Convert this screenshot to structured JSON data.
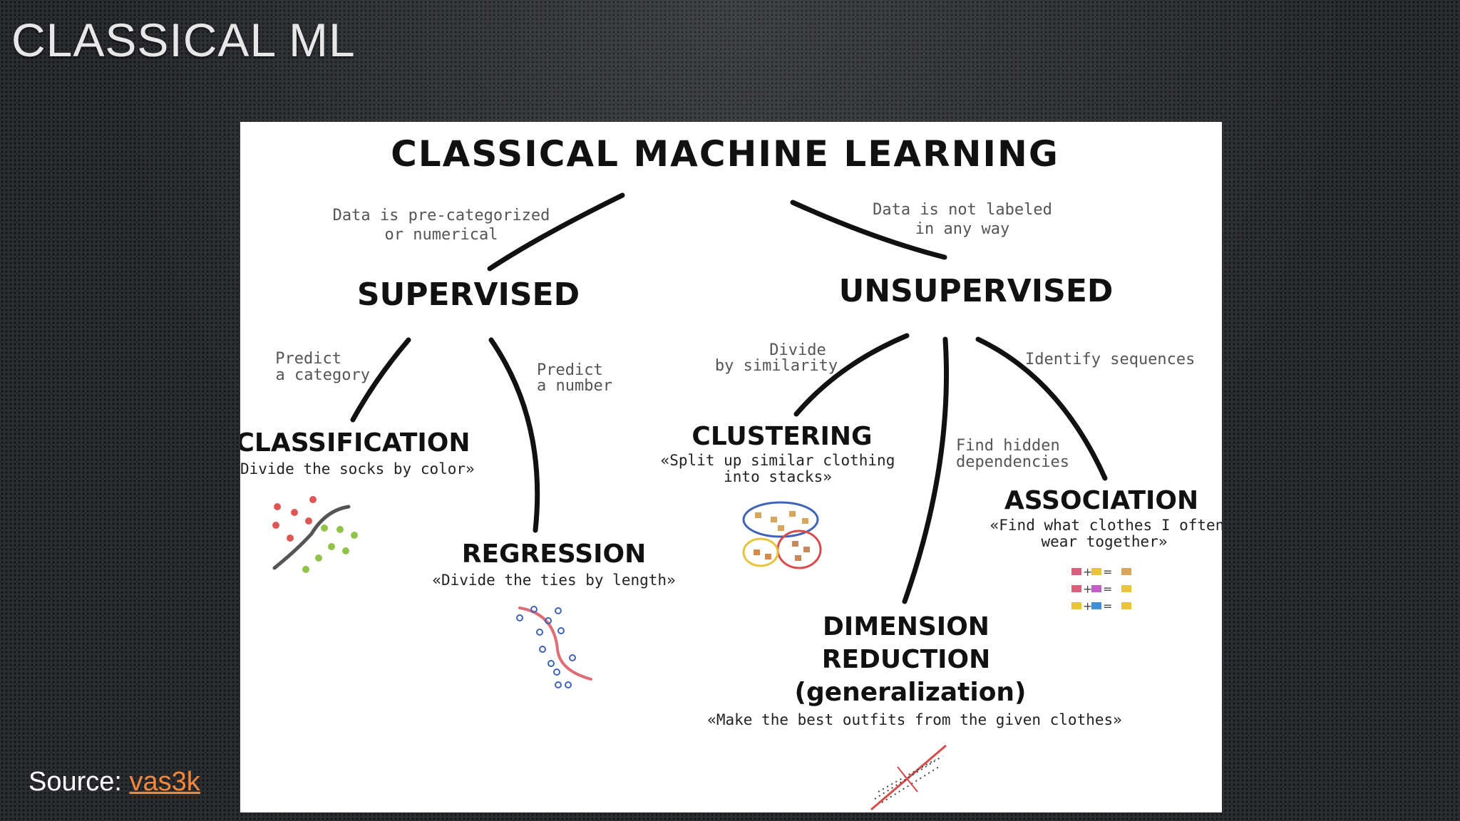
{
  "slide": {
    "title": "CLASSICAL ML",
    "source_label": "Source:",
    "source_link": "vas3k"
  },
  "diagram": {
    "title": "CLASSICAL MACHINE LEARNING",
    "supervised": {
      "label": "SUPERVISED",
      "note_line1": "Data is pre-categorized",
      "note_line2": "or numerical"
    },
    "unsupervised": {
      "label": "UNSUPERVISED",
      "note_line1": "Data is not labeled",
      "note_line2": "in any way"
    },
    "classification": {
      "label": "CLASSIFICATION",
      "edge_line1": "Predict",
      "edge_line2": "a category",
      "quote": "«Divide the socks by color»"
    },
    "regression": {
      "label": "REGRESSION",
      "edge_line1": "Predict",
      "edge_line2": "a number",
      "quote": "«Divide the ties by length»"
    },
    "clustering": {
      "label": "CLUSTERING",
      "edge_line1": "Divide",
      "edge_line2": "by similarity",
      "quote_line1": "«Split up similar clothing",
      "quote_line2": "into stacks»"
    },
    "association": {
      "label": "ASSOCIATION",
      "edge_line1": "Identify sequences",
      "quote_line1": "«Find what clothes I often",
      "quote_line2": "wear together»"
    },
    "dimension_reduction": {
      "label_line1": "DIMENSION",
      "label_line2": "REDUCTION",
      "label_line3": "(generalization)",
      "edge_line1": "Find hidden",
      "edge_line2": "dependencies",
      "quote": "«Make the best outfits from the given clothes»"
    }
  },
  "colors": {
    "accent_link": "#f0883e",
    "regression_curve": "#e06c75",
    "classification_red": "#e05555",
    "classification_green": "#8fc34a",
    "cluster_blue": "#3f63b8",
    "cluster_red": "#d94a4a",
    "cluster_yellow": "#e8c33c"
  }
}
